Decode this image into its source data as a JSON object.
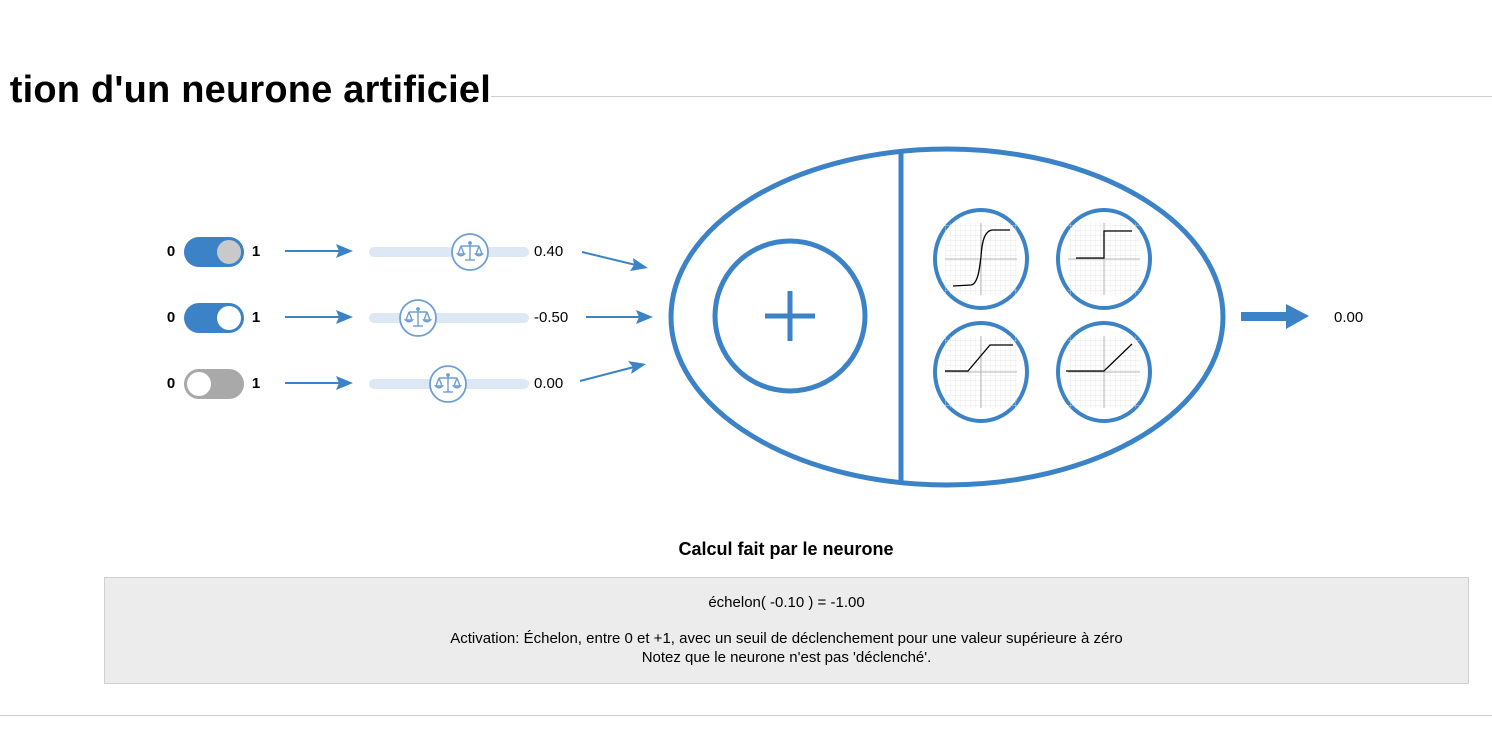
{
  "page": {
    "title": "tion d'un neurone artificiel"
  },
  "inputs": [
    {
      "label_low": "0",
      "label_high": "1",
      "state": "on",
      "weight": "0.40",
      "weight_value": 0.4
    },
    {
      "label_low": "0",
      "label_high": "1",
      "state": "on",
      "weight": "-0.50",
      "weight_value": -0.5
    },
    {
      "label_low": "0",
      "label_high": "1",
      "state": "off",
      "weight": "0.00",
      "weight_value": 0.0
    }
  ],
  "neuron": {
    "summation_icon": "plus-icon",
    "activations": [
      {
        "name": "sigmoid-graph-icon"
      },
      {
        "name": "step-graph-icon"
      },
      {
        "name": "clamped-linear-graph-icon"
      },
      {
        "name": "relu-graph-icon"
      }
    ]
  },
  "output": {
    "value": "0.00"
  },
  "calculation": {
    "heading": "Calcul fait par le neurone",
    "formula": "échelon( -0.10 ) = -1.00",
    "activation_text": "Activation: Échelon, entre 0 et +1, avec un seuil de déclenchement pour une valeur supérieure à zéro",
    "note": "Notez que le neurone n'est pas 'déclenché'."
  },
  "colors": {
    "accent": "#3c82c7",
    "track": "#dde8f5",
    "toggle_off": "#a9a9a9",
    "box_bg": "#ececec"
  }
}
